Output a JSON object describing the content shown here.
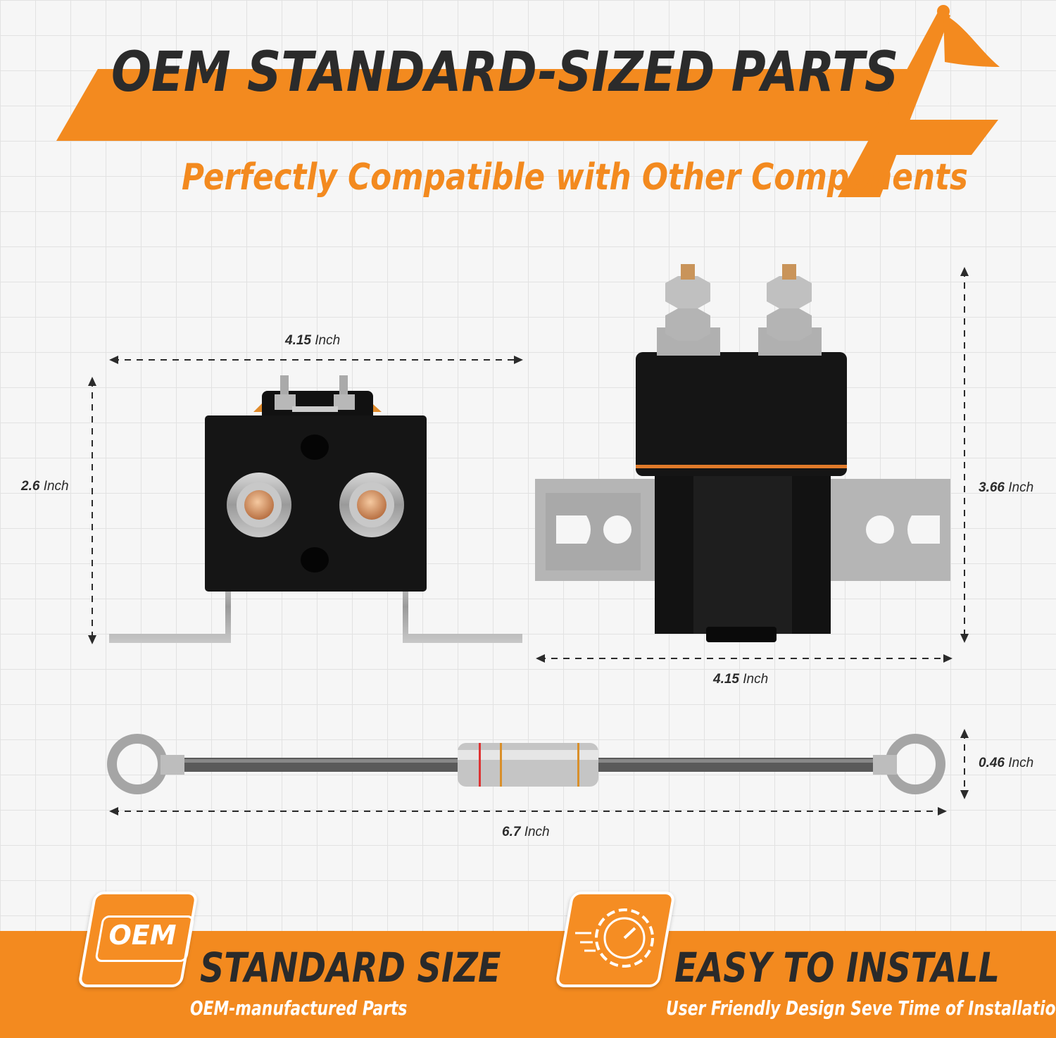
{
  "header": {
    "title": "OEM STANDARD-SIZED PARTS",
    "subtitle": "Perfectly Compatible with Other Components"
  },
  "dimensions": {
    "small_width": {
      "value": "4.15",
      "unit": "Inch"
    },
    "small_height": {
      "value": "2.6",
      "unit": "Inch"
    },
    "large_height": {
      "value": "3.66",
      "unit": "Inch"
    },
    "large_width": {
      "value": "4.15",
      "unit": "Inch"
    },
    "cable_height": {
      "value": "0.46",
      "unit": "Inch"
    },
    "cable_length": {
      "value": "6.7",
      "unit": "Inch"
    }
  },
  "features": [
    {
      "badge": "OEM",
      "title": "STANDARD SIZE",
      "subtitle": "OEM-manufactured Parts",
      "icon": "oem-badge-icon"
    },
    {
      "badge": "",
      "title": "EASY TO INSTALL",
      "subtitle": "User Friendly Design Seve Time of Installation",
      "icon": "gear-gauge-icon"
    }
  ],
  "colors": {
    "accent": "#f38a1f",
    "text": "#2b2b2b",
    "background": "#f6f6f6"
  }
}
